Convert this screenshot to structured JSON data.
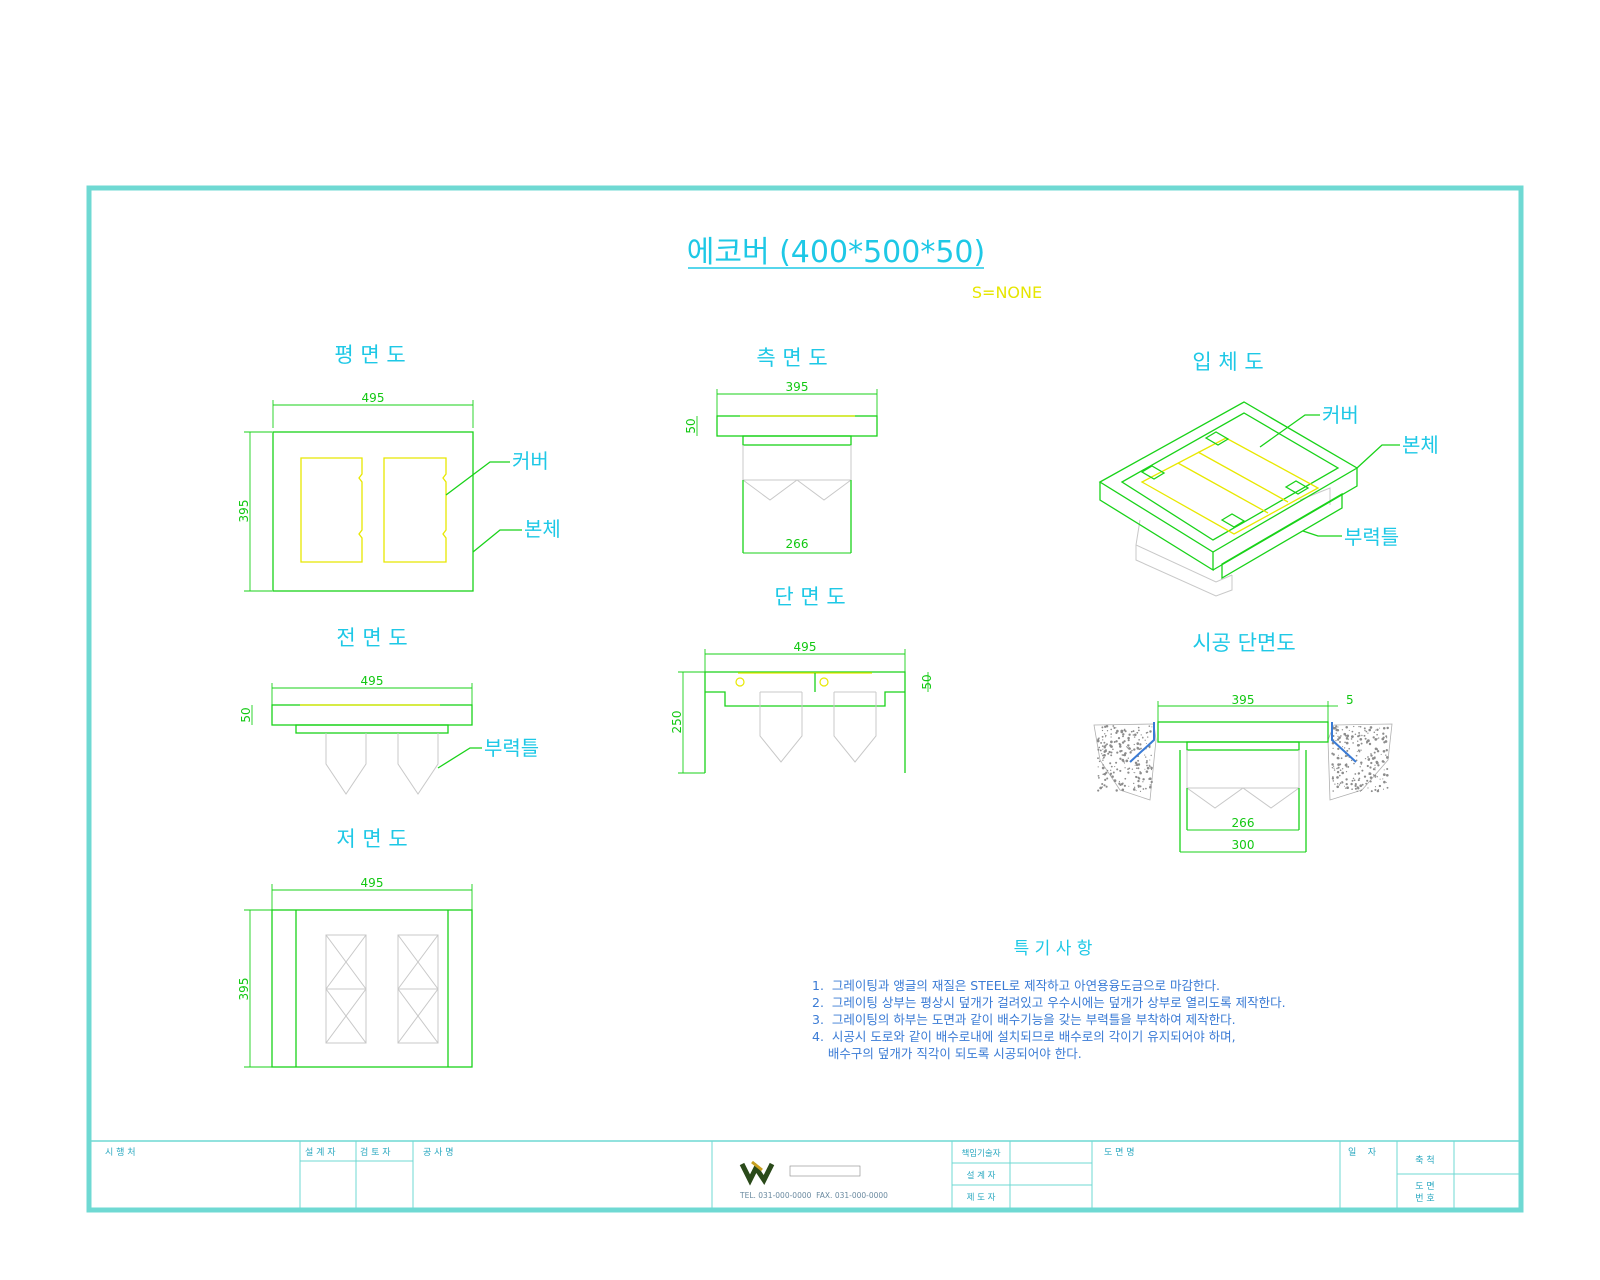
{
  "sheet": {
    "title": "에코버 (400*500*50)",
    "scale": "S=NONE"
  },
  "views": {
    "plan": {
      "title": "평 면 도",
      "dim_top": "495",
      "dim_left": "395",
      "label_cover": "커버",
      "label_body": "본체"
    },
    "front": {
      "title": "전 면 도",
      "dim_top": "495",
      "dim_left": "50",
      "label_frame": "부력틀"
    },
    "bottom": {
      "title": "저 면 도",
      "dim_top": "495",
      "dim_left": "395"
    },
    "side": {
      "title": "측 면 도",
      "dim_top": "395",
      "dim_left": "50",
      "dim_bottom": "266"
    },
    "section": {
      "title": "단 면 도",
      "dim_top": "495",
      "dim_right": "50",
      "dim_left": "250"
    },
    "iso": {
      "title": "입 체 도",
      "label_cover": "커버",
      "label_body": "본체",
      "label_frame": "부력틀"
    },
    "install": {
      "title": "시공 단면도",
      "dim_top": "395",
      "dim_gap": "5",
      "dim_inner": "266",
      "dim_outer": "300"
    }
  },
  "notes": {
    "title": "특 기 사 항",
    "items": [
      "1.  그레이팅과 앵글의 재질은 STEEL로 제작하고 아연용융도금으로 마감한다.",
      "2.  그레이팅 상부는 평상시 덮개가 걸려있고 우수시에는 덮개가 상부로 열리도록 제작한다.",
      "3.  그레이팅의 하부는 도면과 같이 배수기능을 갖는 부력틀을 부착하여 제작한다.",
      "4.  시공시 도로와 같이 배수로내에 설치되므로 배수로의 각이기 유지되어야 하며,",
      "    배수구의 덮개가 직각이 되도록 시공되어야 한다."
    ]
  },
  "title_block": {
    "col1": "시 행 처",
    "col2a": "설 계 자",
    "col2b": "검 토 자",
    "col3": "공 사 명",
    "company_contact": "TEL. 031-000-0000  FAX. 031-000-0000",
    "row1": "책임기술자",
    "row2": "설 계 자",
    "row3": "제 도 자",
    "drawing_name": "도 면 명",
    "date": "일    자",
    "scale_label": "축 척",
    "dwg_no_label_a": "도 면",
    "dwg_no_label_b": "번 호"
  },
  "colors": {
    "border": "#6fd9d3",
    "title_text": "#1ec8e6",
    "drawing_line": "#19d219",
    "cover_line": "#e8e800",
    "pipe": "#3a7bd5"
  }
}
